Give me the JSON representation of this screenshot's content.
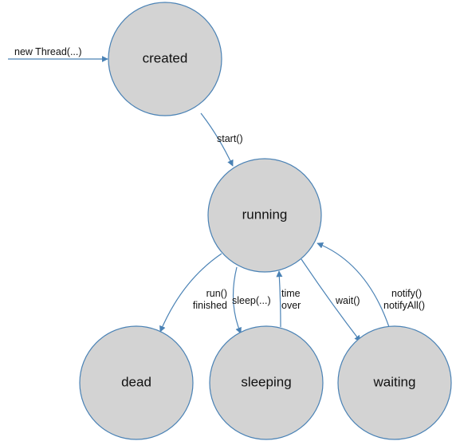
{
  "diagram": {
    "states": {
      "created": "created",
      "running": "running",
      "dead": "dead",
      "sleeping": "sleeping",
      "waiting": "waiting"
    },
    "transitions": {
      "new_thread": "new Thread(...)",
      "start": "start()",
      "run_finished_line1": "run()",
      "run_finished_line2": "finished",
      "sleep": "sleep(...)",
      "time_over_line1": "time",
      "time_over_line2": "over",
      "wait": "wait()",
      "notify_line1": "notify()",
      "notify_line2": "notifyAll()"
    },
    "colors": {
      "state_fill": "#d3d3d3",
      "edge_stroke": "#4a82b5"
    }
  }
}
